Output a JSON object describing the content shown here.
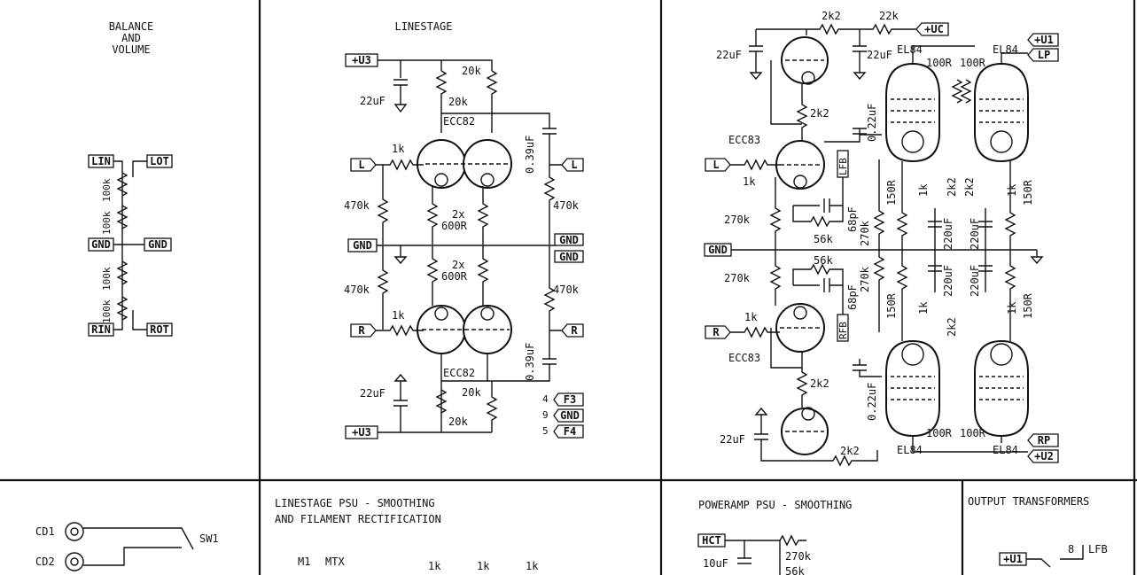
{
  "sections": {
    "balance": {
      "title": [
        "BALANCE",
        "AND",
        "VOLUME"
      ]
    },
    "linestage": {
      "title": "LINESTAGE"
    },
    "linestage_psu": {
      "title": [
        "LINESTAGE PSU - SMOOTHING",
        "AND FILAMENT RECTIFICATION"
      ]
    },
    "powerstage_psu": {
      "title": "POWERAMP PSU - SMOOTHING"
    },
    "output_transformers": {
      "title": "OUTPUT TRANSFORMERS"
    }
  },
  "balance_labels": {
    "lin": "LIN",
    "lot": "LOT",
    "gnd_in": "GND",
    "gnd_out": "GND",
    "rin": "RIN",
    "rot": "ROT",
    "r1": "100k",
    "r2": "100k",
    "r3": "100k",
    "r4": "100k"
  },
  "linestage_labels": {
    "u3_top": "+U3",
    "u3_bot": "+U3",
    "c_top": "22uF",
    "c_bot": "22uF",
    "r20k_a": "20k",
    "r20k_b": "20k",
    "r20k_c": "20k",
    "r20k_d": "20k",
    "tube_top": "ECC82",
    "tube_bot": "ECC82",
    "l_in": "L",
    "l_out": "L",
    "r_in": "R",
    "r_out": "R",
    "r1k_top": "1k",
    "r1k_bot": "1k",
    "r470_a": "470k",
    "r470_b": "470k",
    "r470_c": "470k",
    "r470_d": "470k",
    "rk_top": "2x\n600R",
    "rk_bot": "2x\n600R",
    "rk_top_a": "2x",
    "rk_top_b": "600R",
    "rk_bot_a": "2x",
    "rk_bot_b": "600R",
    "cap_top": "0.39uF",
    "cap_bot": "0.39uF",
    "gnd": "GND",
    "gnd_out1": "GND",
    "gnd_out2": "GND",
    "pin_f3": "F3",
    "pin_gnd": "GND",
    "pin_f4": "F4",
    "pnum4": "4",
    "pnum9": "9",
    "pnum5": "5"
  },
  "power_labels": {
    "r2k2_top": "2k2",
    "r22k": "22k",
    "uc": "+UC",
    "c22_a": "22uF",
    "c22_b": "22uF",
    "el84_tl": "EL84",
    "el84_tr": "EL84",
    "el84_bl": "EL84",
    "el84_br": "EL84",
    "u1": "+U1",
    "lp": "LP",
    "rp": "RP",
    "u2": "+U2",
    "r100_a": "100R",
    "r100_b": "100R",
    "r100_c": "100R",
    "r100_d": "100R",
    "ecc83_top": "ECC83",
    "ecc83_bot": "ECC83",
    "l_in": "L",
    "r_in": "R",
    "r1k_a": "1k",
    "r1k_b": "1k",
    "lfb": "LFB",
    "rfb": "RFB",
    "c68_a": "68pF",
    "c68_b": "68pF",
    "r56_a": "56k",
    "r56_b": "56k",
    "r270_a": "270k",
    "r270_b": "270k",
    "r270_c": "270k",
    "r270_d": "270k",
    "r2k2_a": "2k2",
    "r2k2_b": "2k2",
    "r2k2_c": "2k2",
    "r2k2_d": "2k2",
    "r2k2_e": "2k2",
    "c022_a": "0.22uF",
    "c022_b": "0.22uF",
    "r150_a": "150R",
    "r150_b": "150R",
    "r150_c": "150R",
    "r150_d": "150R",
    "r1k_c": "1k",
    "r1k_d": "1k",
    "r1k_e": "1k",
    "r1k_f": "1k",
    "c220_a": "220uF",
    "c220_b": "220uF",
    "c220_c": "220uF",
    "c220_d": "220uF",
    "gnd": "GND",
    "c22_c": "22uF",
    "r2k2_f": "2k2"
  },
  "bottom_labels": {
    "cd1": "CD1",
    "cd2": "CD2",
    "sw1": "SW1",
    "m1": "M1",
    "mtx": "MTX",
    "r1k1": "1k",
    "r1k2": "1k",
    "r1k3": "1k",
    "hct": "HCT",
    "c10": "10uF",
    "r270": "270k",
    "r56": "56k",
    "u1": "+U1",
    "eight": "8",
    "lfb": "LFB"
  }
}
